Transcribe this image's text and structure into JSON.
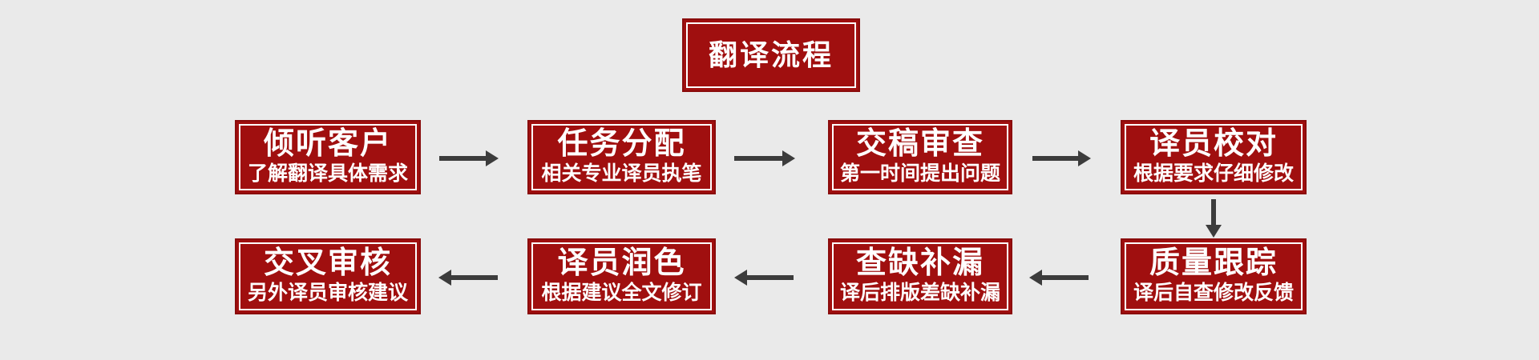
{
  "diagram": {
    "type": "flowchart",
    "title": "翻译流程"
  },
  "colors": {
    "background": "#EAEAEA",
    "box_fill": "#A00F0F",
    "box_outer_border": "#8A0C0C",
    "box_inner_border": "#FFFFFF",
    "text": "#FFFFFF",
    "arrow": "#3C3C3C"
  },
  "nodes": [
    {
      "heading": "倾听客户",
      "subtitle": "了解翻译具体需求"
    },
    {
      "heading": "任务分配",
      "subtitle": "相关专业译员执笔"
    },
    {
      "heading": "交稿审查",
      "subtitle": "第一时间提出问题"
    },
    {
      "heading": "译员校对",
      "subtitle": "根据要求仔细修改"
    },
    {
      "heading": "质量跟踪",
      "subtitle": "译后自查修改反馈"
    },
    {
      "heading": "查缺补漏",
      "subtitle": "译后排版差缺补漏"
    },
    {
      "heading": "译员润色",
      "subtitle": "根据建议全文修订"
    },
    {
      "heading": "交叉审核",
      "subtitle": "另外译员审核建议"
    }
  ],
  "arrows": [
    {
      "from": "倾听客户",
      "to": "任务分配",
      "direction": "right"
    },
    {
      "from": "任务分配",
      "to": "交稿审查",
      "direction": "right"
    },
    {
      "from": "交稿审查",
      "to": "译员校对",
      "direction": "right"
    },
    {
      "from": "译员校对",
      "to": "质量跟踪",
      "direction": "down"
    },
    {
      "from": "质量跟踪",
      "to": "查缺补漏",
      "direction": "left"
    },
    {
      "from": "查缺补漏",
      "to": "译员润色",
      "direction": "left"
    },
    {
      "from": "译员润色",
      "to": "交叉审核",
      "direction": "left"
    }
  ]
}
